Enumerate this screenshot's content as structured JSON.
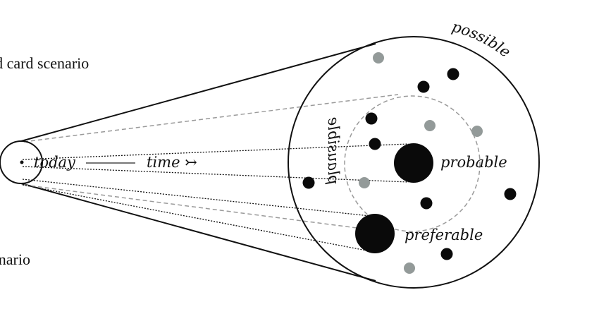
{
  "labels": {
    "today": "today",
    "time": "time ↣",
    "possible": "possible",
    "plausible": "plausible",
    "probable": "probable",
    "preferable": "preferable",
    "wildcard": "wild card scenario",
    "bottom_scenario": "scenario"
  },
  "colors": {
    "ink": "#0a0a0a",
    "gray_dot": "#939a99",
    "dashed": "#9a9a9a"
  }
}
